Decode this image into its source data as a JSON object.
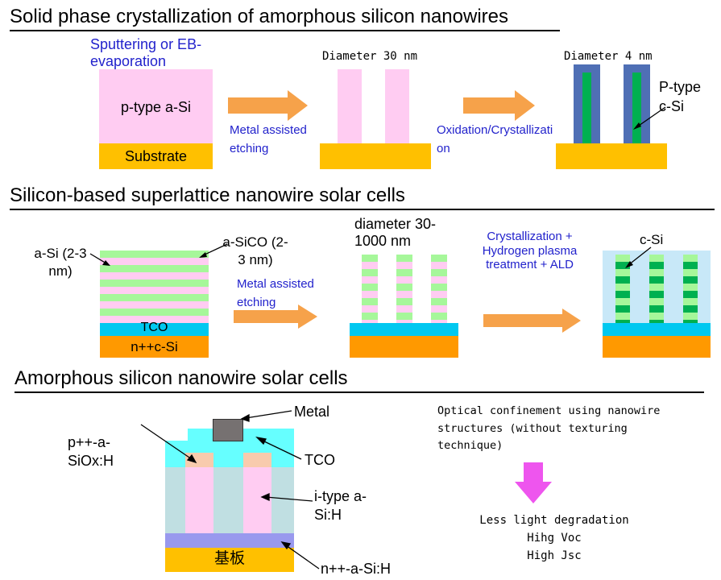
{
  "sections": {
    "s1": {
      "title": "Solid phase crystallization of amorphous silicon nanowires"
    },
    "s2": {
      "title": "Silicon-based superlattice nanowire solar cells"
    },
    "s3": {
      "title": "Amorphous silicon nanowire solar cells"
    }
  },
  "s1": {
    "sputter_label": "Sputtering or EB-evaporation",
    "asi_label": "p-type a-Si",
    "substrate_label": "Substrate",
    "step1_label": "Metal assisted etching",
    "diameter1": "Diameter 30 nm",
    "step2_label": "Oxidation/Crystallization",
    "diameter2": "Diameter 4 nm",
    "csi_label": "P-type c-Si"
  },
  "s2": {
    "asi_label": "a-Si (2-3 nm)",
    "asico_label": "a-SiCO (2-3 nm)",
    "tco_label": "TCO",
    "nsi_label": "n++c-Si",
    "step1_label": "Metal assisted etching",
    "diameter": "diameter 30-1000 nm",
    "step2_label": "Crystallization + Hydrogen plasma treatment + ALD",
    "csi_label": "c-Si"
  },
  "s3": {
    "metal_label": "Metal",
    "p_label": "p++-a-SiOx:H",
    "tco_label": "TCO",
    "itype_label": "i-type a-Si:H",
    "substrate_label": "基板",
    "n_label": "n++-a-Si:H",
    "note": "Optical confinement using nanowire structures (without texturing technique)",
    "results": [
      "Less light degradation",
      "Hihg Voc",
      "High Jsc"
    ]
  },
  "colors": {
    "pink": "#ffccf2",
    "orange_sub": "#ffc000",
    "orange_arrow": "#f6a24a",
    "green": "#a6f79a",
    "dark_green": "#00b050",
    "blue_ox": "#4f6fb5",
    "cyan": "#00c8f0",
    "n_orange": "#ff9900",
    "light_blue": "#c8e8f8",
    "magenta": "#ee55ee",
    "purple": "#9999ee"
  }
}
